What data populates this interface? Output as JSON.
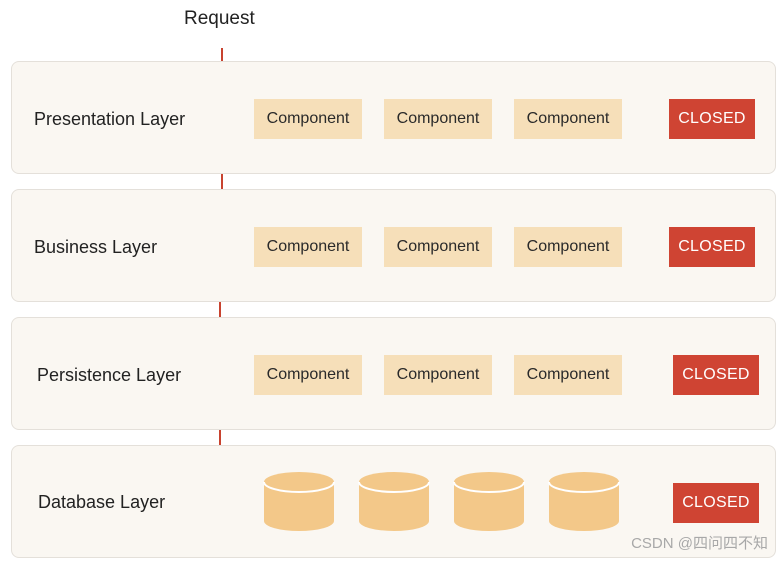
{
  "request_label": "Request",
  "component_label": "Component",
  "closed_label": "CLOSED",
  "layers": [
    {
      "name": "Presentation Layer"
    },
    {
      "name": "Business Layer"
    },
    {
      "name": "Persistence Layer"
    },
    {
      "name": "Database Layer"
    }
  ],
  "colors": {
    "layer_bg": "#faf7f2",
    "component": "#f6dfb9",
    "closed": "#cf4433",
    "arrow": "#c8432f",
    "database": "#f3c889"
  },
  "watermark": "CSDN @四问四不知"
}
